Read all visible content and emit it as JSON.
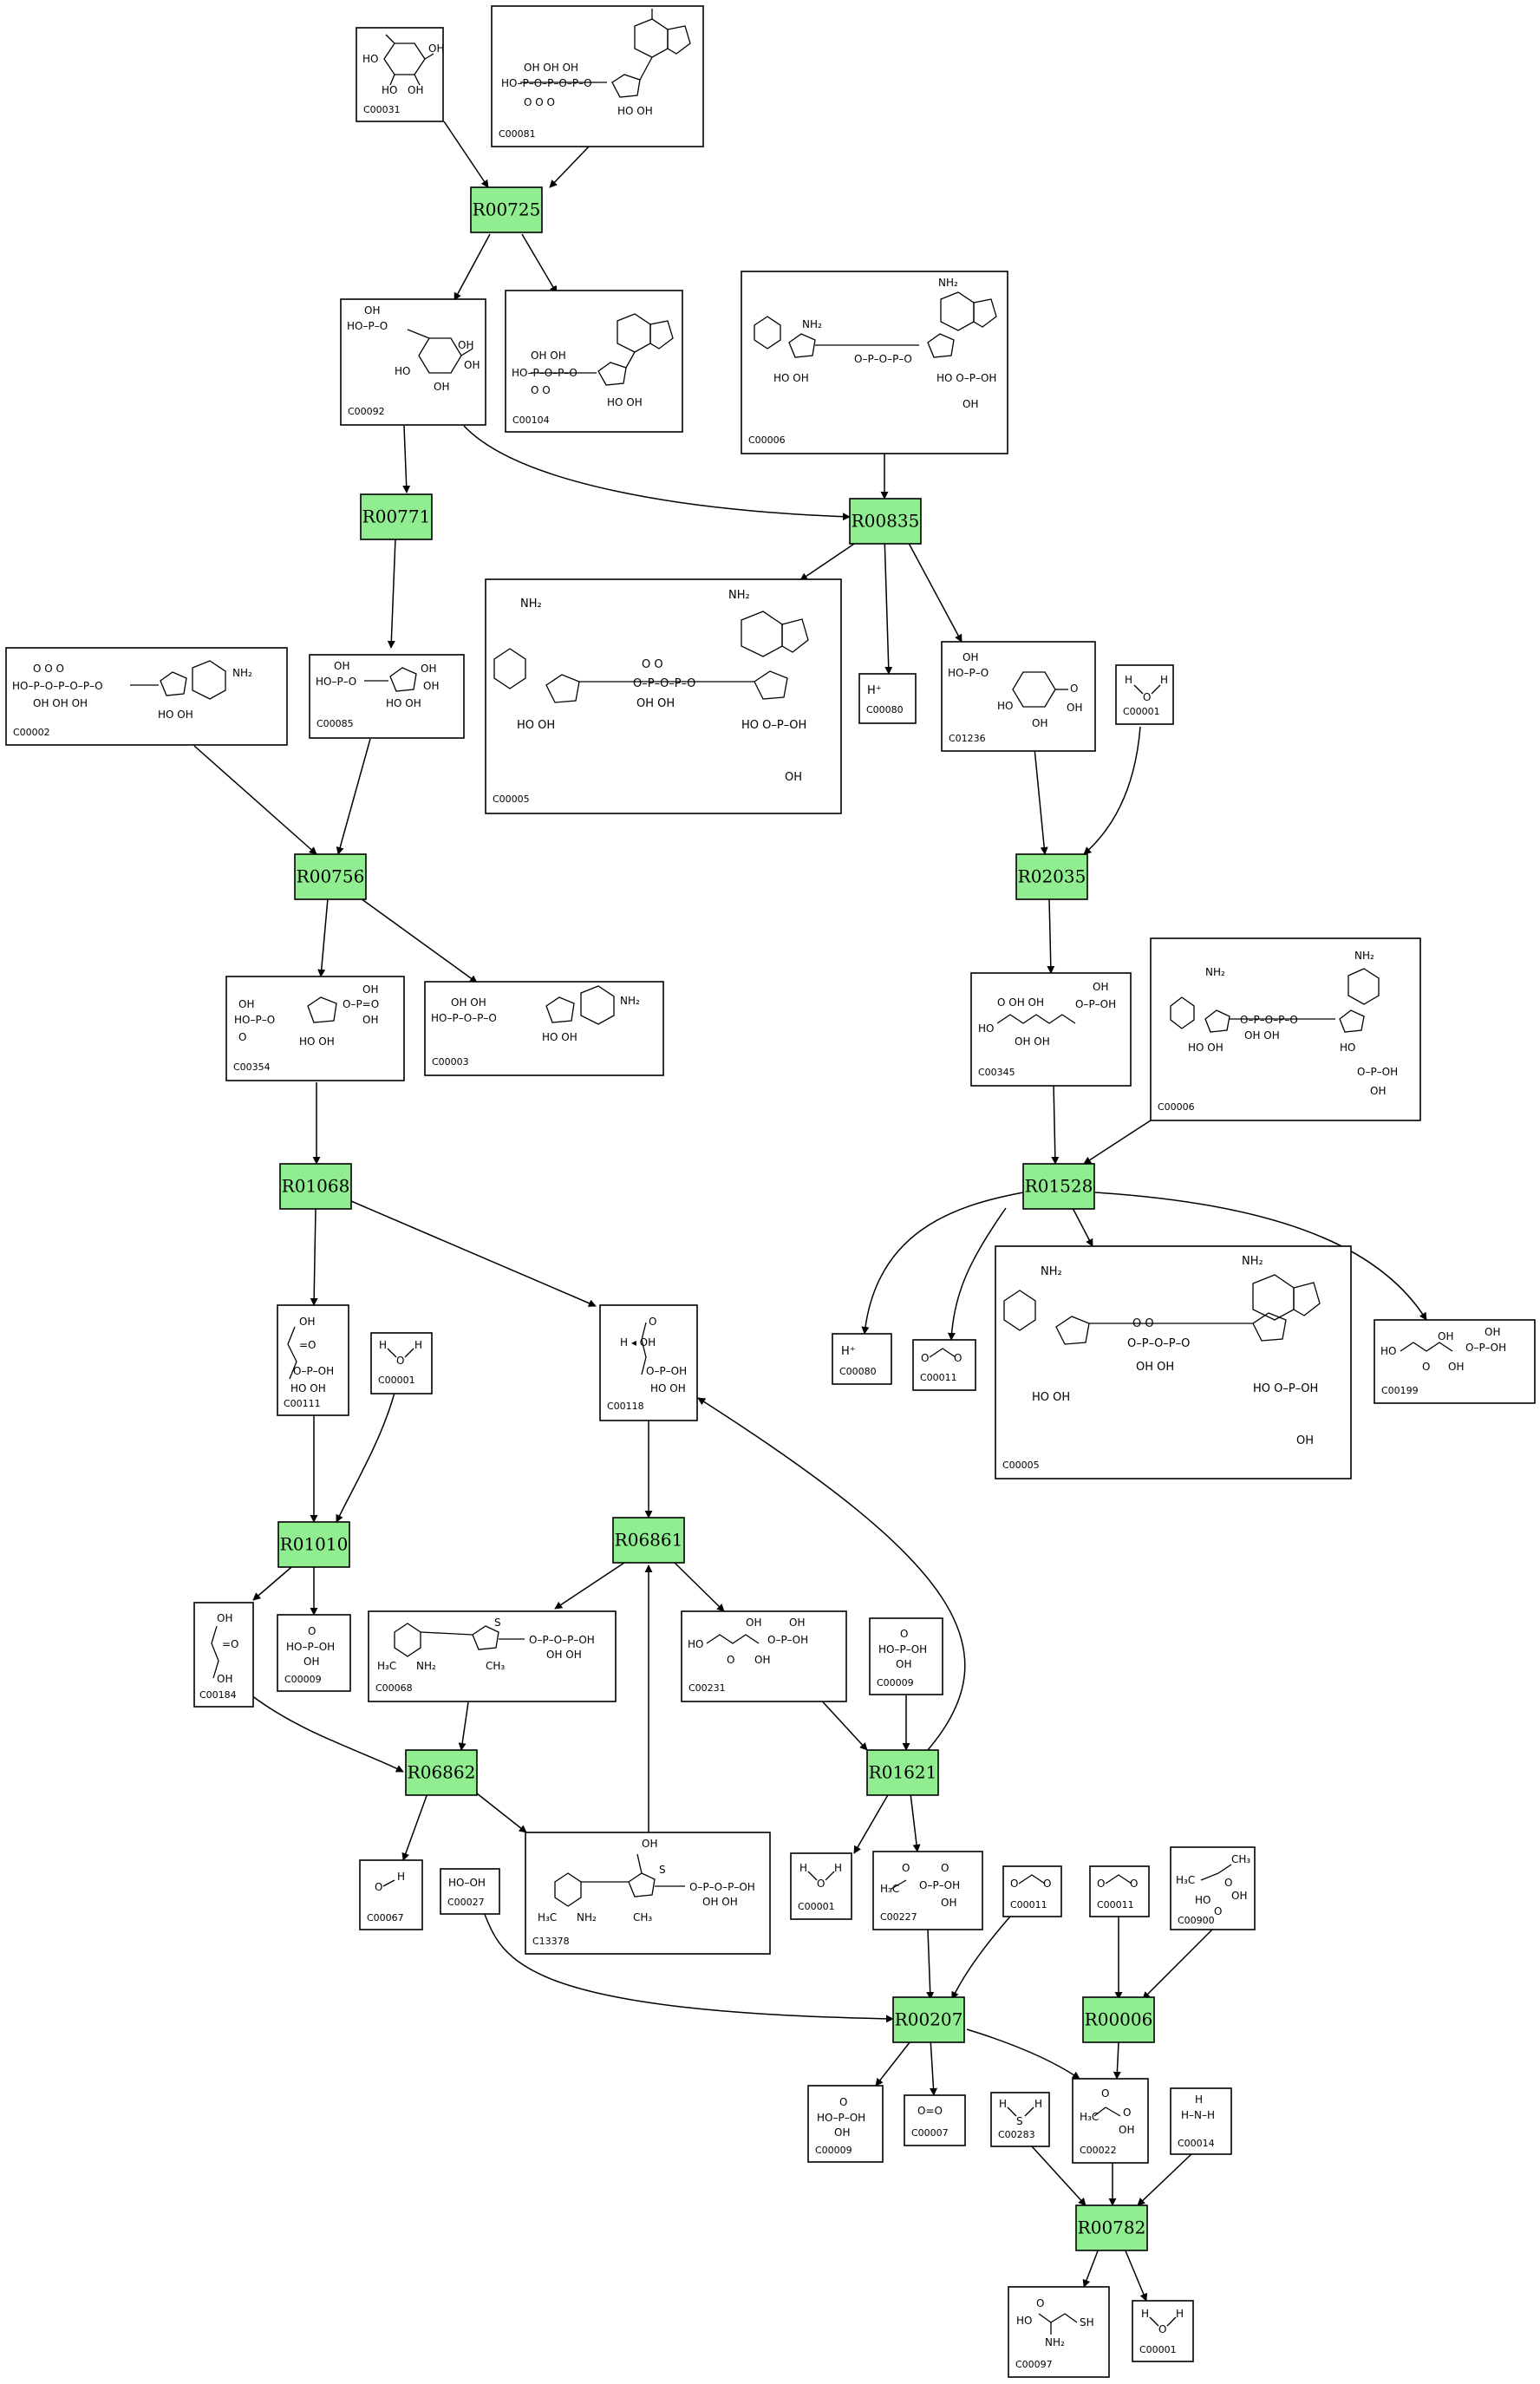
{
  "reactions": [
    {
      "id": "r1",
      "label": "R00725"
    },
    {
      "id": "r2",
      "label": "R00771"
    },
    {
      "id": "r3",
      "label": "R00835"
    },
    {
      "id": "r4",
      "label": "R00756"
    },
    {
      "id": "r5",
      "label": "R02035"
    },
    {
      "id": "r6",
      "label": "R01068"
    },
    {
      "id": "r7",
      "label": "R01528"
    },
    {
      "id": "r8",
      "label": "R01010"
    },
    {
      "id": "r9",
      "label": "R06861"
    },
    {
      "id": "r10",
      "label": "R06862"
    },
    {
      "id": "r11",
      "label": "R01621"
    },
    {
      "id": "r12",
      "label": "R00207"
    },
    {
      "id": "r13",
      "label": "R00006"
    },
    {
      "id": "r14",
      "label": "R00782"
    }
  ],
  "compounds": [
    {
      "id": "c1",
      "label": "C00031"
    },
    {
      "id": "c2",
      "label": "C00081"
    },
    {
      "id": "c3",
      "label": "C00092"
    },
    {
      "id": "c4",
      "label": "C00104"
    },
    {
      "id": "c5",
      "label": "C00006"
    },
    {
      "id": "c6",
      "label": "C00002"
    },
    {
      "id": "c7",
      "label": "C00085"
    },
    {
      "id": "c8",
      "label": "C00005"
    },
    {
      "id": "c9",
      "label": "C00080",
      "formula": "H⁺"
    },
    {
      "id": "c10",
      "label": "C01236"
    },
    {
      "id": "c11",
      "label": "C00001"
    },
    {
      "id": "c12",
      "label": "C00354"
    },
    {
      "id": "c13",
      "label": "C00003"
    },
    {
      "id": "c14",
      "label": "C00345"
    },
    {
      "id": "c15",
      "label": "C00006"
    },
    {
      "id": "c16",
      "label": "C00111"
    },
    {
      "id": "c17",
      "label": "C00001"
    },
    {
      "id": "c18",
      "label": "C00118"
    },
    {
      "id": "c19",
      "label": "C00080",
      "formula": "H⁺"
    },
    {
      "id": "c20",
      "label": "C00011"
    },
    {
      "id": "c21",
      "label": "C00005"
    },
    {
      "id": "c22",
      "label": "C00199"
    },
    {
      "id": "c23",
      "label": "C00184"
    },
    {
      "id": "c24",
      "label": "C00009"
    },
    {
      "id": "c25",
      "label": "C00068"
    },
    {
      "id": "c26",
      "label": "C00231"
    },
    {
      "id": "c27",
      "label": "C00009"
    },
    {
      "id": "c28",
      "label": "C00067"
    },
    {
      "id": "c29",
      "label": "C00027",
      "formula": "HO–OH"
    },
    {
      "id": "c30",
      "label": "C13378"
    },
    {
      "id": "c31",
      "label": "C00001"
    },
    {
      "id": "c32",
      "label": "C00227"
    },
    {
      "id": "c33",
      "label": "C00011"
    },
    {
      "id": "c34",
      "label": "C00011"
    },
    {
      "id": "c35",
      "label": "C00900"
    },
    {
      "id": "c36",
      "label": "C00009"
    },
    {
      "id": "c37",
      "label": "C00007",
      "formula": "O=O"
    },
    {
      "id": "c38",
      "label": "C00283"
    },
    {
      "id": "c39",
      "label": "C00022"
    },
    {
      "id": "c40",
      "label": "C00014"
    },
    {
      "id": "c41",
      "label": "C00097"
    },
    {
      "id": "c42",
      "label": "C00001"
    }
  ]
}
